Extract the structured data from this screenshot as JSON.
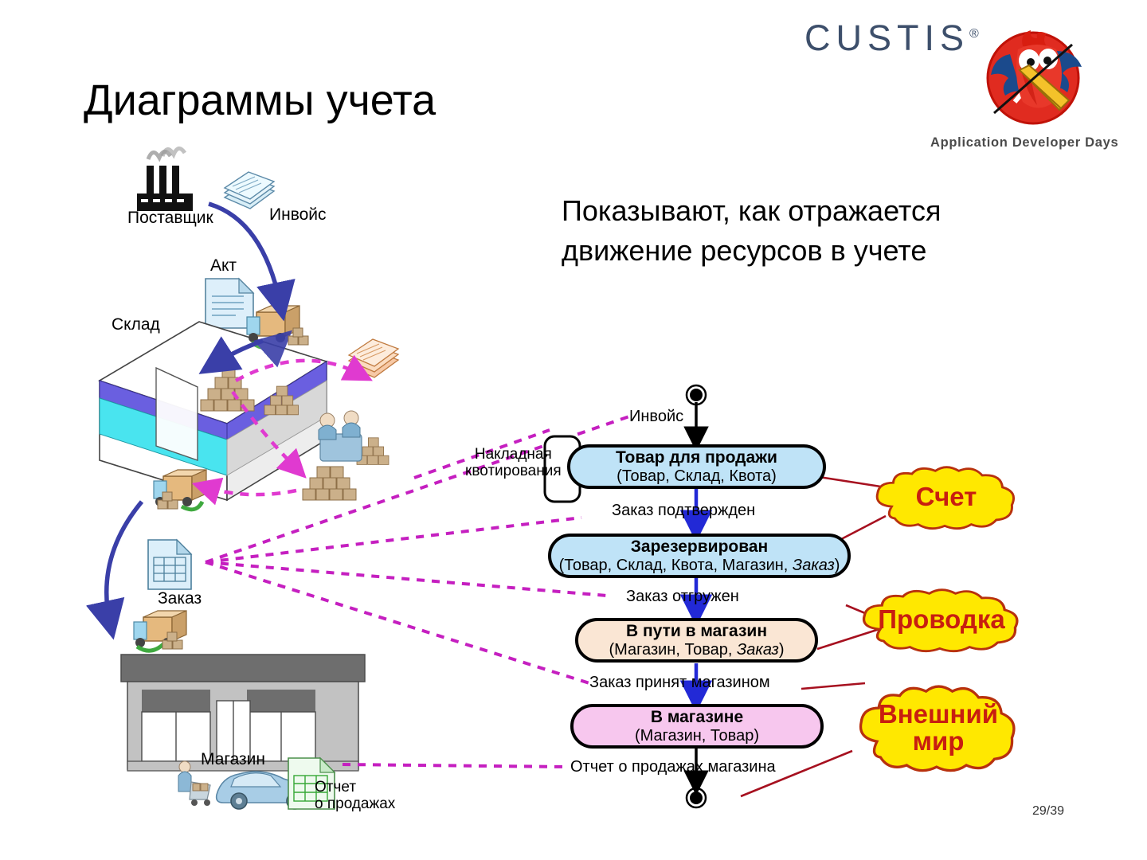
{
  "slide": {
    "title": "Диаграммы учета",
    "page_number": "29/39",
    "headline_line1": "Показывают, как отражается",
    "headline_line2": "движение ресурсов в учете"
  },
  "branding": {
    "logo_text": "CUSTIS",
    "logo_registered": "®",
    "event_caption": "Application Developer Days",
    "logo_color": "#3d4f6b",
    "mascot_red": "#e02b20"
  },
  "illustration": {
    "labels": {
      "supplier": "Поставщик",
      "invoice": "Инвойс",
      "act": "Акт",
      "warehouse": "Склад",
      "order": "Заказ",
      "shop": "Магазин",
      "sales_report": "Отчет\nо продажах"
    }
  },
  "statemachine": {
    "note": "Накладная\nквотирования",
    "start_label": "Инвойс",
    "states": [
      {
        "id": "for-sale",
        "title": "Товар для продажи",
        "attrs_plain": "(Товар, Склад, Квота)",
        "fill": "#bfe3f7"
      },
      {
        "id": "reserved",
        "title": "Зарезервирован",
        "attrs_pre": "(Товар, Склад, Квота, Магазин, ",
        "attrs_em": "Заказ",
        "attrs_post": ")",
        "fill": "#bfe3f7"
      },
      {
        "id": "in-transit",
        "title": "В пути в магазин",
        "attrs_pre": "(Магазин, Товар, ",
        "attrs_em": "Заказ",
        "attrs_post": ")",
        "fill": "#fae6d4"
      },
      {
        "id": "in-shop",
        "title": "В магазине",
        "attrs_plain": "(Магазин, Товар)",
        "fill": "#f7c7ee"
      }
    ],
    "transitions": [
      {
        "id": "order-confirmed",
        "label": "Заказ подтвержден"
      },
      {
        "id": "order-shipped",
        "label": "Заказ отгружен"
      },
      {
        "id": "order-accepted",
        "label": "Заказ принят магазином"
      },
      {
        "id": "sales-report",
        "label": "Отчет о продажах магазина"
      }
    ],
    "arrow_color": "#2229d6"
  },
  "callouts": [
    {
      "id": "account",
      "text": "Счет",
      "fill": "#ffe800",
      "stroke": "#b8310e",
      "text_color": "#c81e10"
    },
    {
      "id": "posting",
      "text": "Проводка",
      "fill": "#ffe800",
      "stroke": "#b8310e",
      "text_color": "#c81e10"
    },
    {
      "id": "external",
      "text": "Внешний\nмир",
      "fill": "#ffe800",
      "stroke": "#b8310e",
      "text_color": "#c81e10"
    }
  ]
}
